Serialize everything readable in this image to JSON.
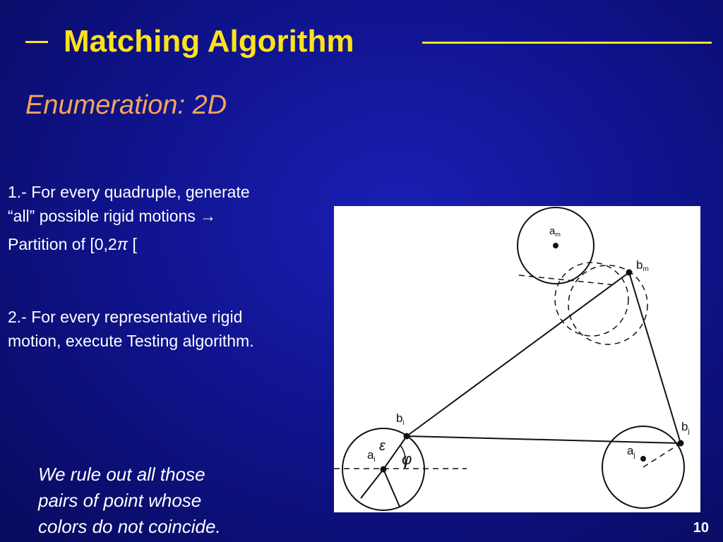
{
  "slide": {
    "title": "Matching Algorithm",
    "subtitle": "Enumeration: 2D",
    "step1_line1": "1.- For every quadruple, generate",
    "step1_line2": "“all” possible rigid motions",
    "step1_arrow": "→",
    "step1_line3_prefix": "Partition of [0,2",
    "step1_pi": "π",
    "step1_line3_suffix": " [",
    "step2_line1": "2.- For every representative rigid",
    "step2_line2": "motion, execute Testing algorithm.",
    "note_line1": "We rule out all those",
    "note_line2": "pairs of point whose",
    "note_line3": "colors do not coincide.",
    "page_number": "10"
  },
  "figure": {
    "labels": {
      "a_m": "a",
      "a_m_sub": "m",
      "b_m": "b",
      "b_m_sub": "m",
      "b_i": "b",
      "b_i_sub": "i",
      "b_j": "b",
      "b_j_sub": "j",
      "a_i": "a",
      "a_i_sub": "i",
      "a_j": "a",
      "a_j_sub": "j",
      "epsilon": "ε",
      "phi": "φ"
    }
  },
  "colors": {
    "title": "#ffe21a",
    "subtitle": "#f7a45a",
    "background": "#10148f"
  }
}
